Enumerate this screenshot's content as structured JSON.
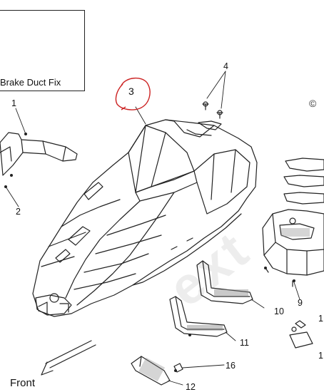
{
  "inset": {
    "caption": "Brake Duct Fix"
  },
  "callouts": [
    {
      "id": "1",
      "label": "1"
    },
    {
      "id": "2",
      "label": "2"
    },
    {
      "id": "3",
      "label": "3"
    },
    {
      "id": "4",
      "label": "4"
    },
    {
      "id": "9",
      "label": "9"
    },
    {
      "id": "10",
      "label": "10"
    },
    {
      "id": "11",
      "label": "11"
    },
    {
      "id": "12",
      "label": "12"
    },
    {
      "id": "16",
      "label": "16"
    },
    {
      "id": "1a",
      "label": "1"
    },
    {
      "id": "1b",
      "label": "1"
    }
  ],
  "front_label": "Front",
  "copyright_symbol": "©",
  "watermark": "ext",
  "colors": {
    "line": "#222222",
    "highlight_circle": "#cc2222",
    "watermark": "#e8e8e8"
  }
}
